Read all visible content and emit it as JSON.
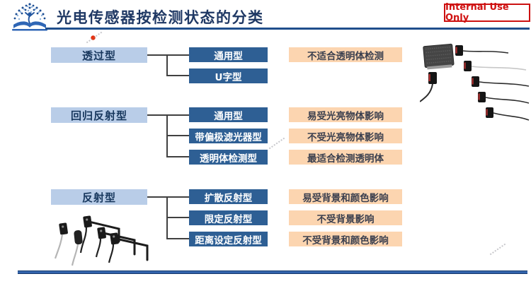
{
  "header": {
    "title": "光电传感器按检测状态的分类",
    "badge": "Internal Use Only"
  },
  "groups": [
    {
      "category": "透过型",
      "children": [
        {
          "type": "通用型",
          "note": "不适合透明体检测"
        },
        {
          "type": "U字型",
          "note": ""
        }
      ]
    },
    {
      "category": "回归反射型",
      "children": [
        {
          "type": "通用型",
          "note": "易受光亮物体影响"
        },
        {
          "type": "带偏极滤光器型",
          "note": "不受光亮物体影响"
        },
        {
          "type": "透明体检测型",
          "note": "最适合检测透明体"
        }
      ]
    },
    {
      "category": "反射型",
      "children": [
        {
          "type": "扩散反射型",
          "note": "易受背景和颜色影响"
        },
        {
          "type": "限定反射型",
          "note": "不受背景影响"
        },
        {
          "type": "距离设定反射型",
          "note": "不受背景和颜色影响"
        }
      ]
    }
  ],
  "images": {
    "logo": "tree-and-book-logo",
    "top_right": "through-beam-sensors-with-reflector-photo",
    "bottom_left": "reflective-sensors-with-cables-photo"
  },
  "colors": {
    "title_text": "#1f3864",
    "title_rule": "#1f4e8c",
    "category_bg": "#b9cde8",
    "category_text": "#17375d",
    "subtype_bg": "#2e5f94",
    "subtype_text": "#ffffff",
    "note_bg": "#fcd5b0",
    "note_text": "#3a3f4e",
    "badge_red": "#cc1111",
    "connector": "#404040",
    "bottom_bar_blue": "#2a5ca8"
  }
}
